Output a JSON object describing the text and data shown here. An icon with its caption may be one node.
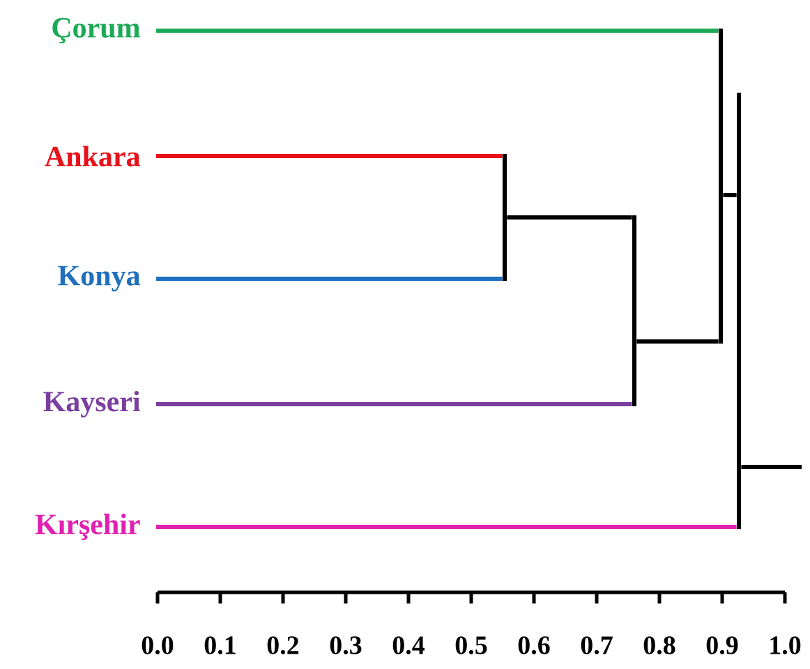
{
  "diagram": {
    "nodes": [
      {
        "text": [
          "Çorum"
        ]
      },
      {
        "text": [
          "Ankara"
        ]
      },
      {
        "text": [
          "Konya"
        ]
      },
      {
        "text": [
          "Kayseri"
        ]
      },
      {
        "text": [
          "Kırşehir"
        ]
      },
      {
        "text": [],
        "shape": "bar"
      },
      {
        "text": [],
        "shape": "bar"
      },
      {
        "text": [],
        "shape": "bar"
      },
      {
        "text": [],
        "shape": "bar"
      }
    ],
    "edges": [
      {
        "from": 0,
        "to": 7,
        "arrow": "none",
        "color": "#1aaa55"
      },
      {
        "from": 1,
        "to": 5,
        "arrow": "none",
        "color": "#e8101a"
      },
      {
        "from": 2,
        "to": 5,
        "arrow": "none",
        "color": "#1f6fbf"
      },
      {
        "from": 3,
        "to": 6,
        "arrow": "none",
        "color": "#7a3ea0"
      },
      {
        "from": 4,
        "to": 8,
        "arrow": "none",
        "color": "#e020b0"
      },
      {
        "from": 5,
        "to": 6,
        "arrow": "none"
      },
      {
        "from": 6,
        "to": 7,
        "arrow": "none"
      },
      {
        "from": 7,
        "to": 8,
        "arrow": "none"
      },
      {
        "from": 8,
        "to": null,
        "arrow": "none"
      }
    ],
    "labels": [
      "0.0",
      "0.1",
      "0.2",
      "0.3",
      "0.4",
      "0.5",
      "0.6",
      "0.7",
      "0.8",
      "0.9",
      "1.0"
    ]
  }
}
